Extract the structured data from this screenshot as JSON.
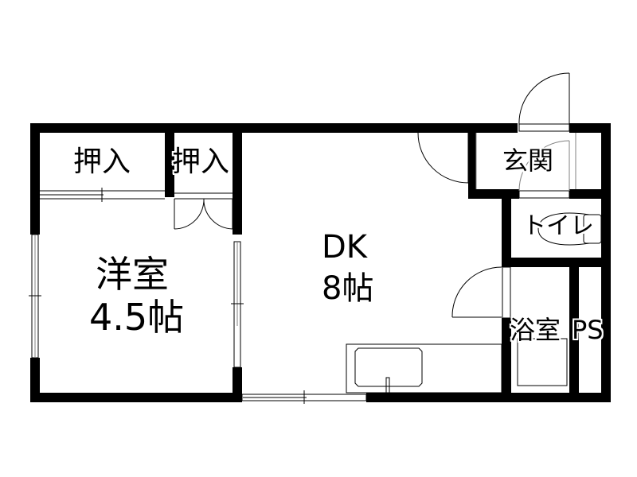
{
  "floor_plan": {
    "colors": {
      "wall": "#000000",
      "background": "#ffffff",
      "fixture_line": "#000000",
      "window_gray": "#808080"
    },
    "rooms": [
      {
        "id": "closet-1",
        "name": "押入"
      },
      {
        "id": "closet-2",
        "name": "押入"
      },
      {
        "id": "western-room",
        "name": "洋室",
        "size": "4.5帖"
      },
      {
        "id": "dining-kitchen",
        "name": "DK",
        "size": "8帖"
      },
      {
        "id": "entrance",
        "name": "玄関"
      },
      {
        "id": "toilet",
        "name": "トイレ"
      },
      {
        "id": "bathroom",
        "name": "浴室"
      },
      {
        "id": "pipe-space",
        "name": "PS"
      }
    ]
  }
}
